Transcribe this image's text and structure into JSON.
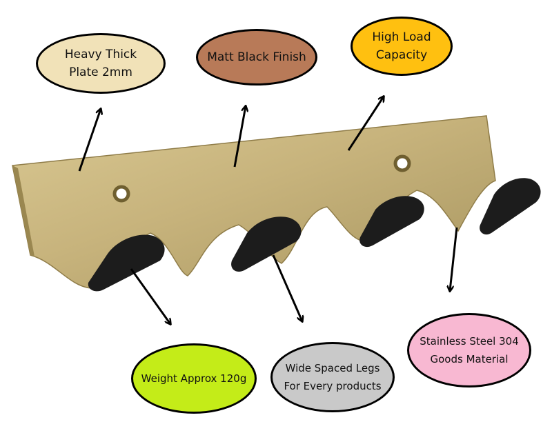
{
  "colors": {
    "plate": "#c7b37c",
    "plate_dark": "#9a8750",
    "hook": "#1c1c1c",
    "bubble_thick": "#f1e2b8",
    "bubble_matt": "#b87a58",
    "bubble_load": "#ffc010",
    "bubble_weight": "#c4ec18",
    "bubble_wide": "#c9c9c9",
    "bubble_steel": "#f8b8d2"
  },
  "labels": {
    "thick": "Heavy Thick\nPlate 2mm",
    "matt": "Matt Black Finish",
    "load": "High Load\nCapacity",
    "weight": "Weight Approx 120g",
    "wide": "Wide Spaced Legs\nFor Every products",
    "steel": "Stainless Steel 304\nGoods Material"
  },
  "icons": [
    "arrow-icon"
  ]
}
